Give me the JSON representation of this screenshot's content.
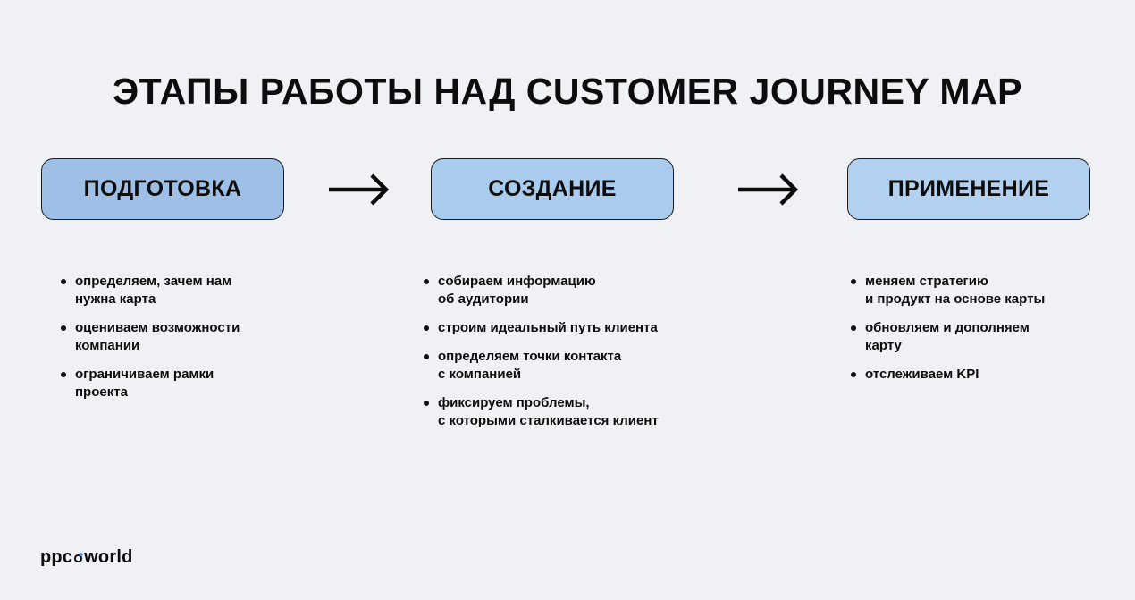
{
  "title": "ЭТАПЫ РАБОТЫ НАД CUSTOMER JOURNEY MAP",
  "stages": [
    {
      "label": "ПОДГОТОВКА",
      "items": [
        [
          "определяем, зачем нам",
          "нужна карта"
        ],
        [
          "оцениваем возможности",
          "компании"
        ],
        [
          "ограничиваем рамки",
          "проекта"
        ]
      ]
    },
    {
      "label": "СОЗДАНИЕ",
      "items": [
        [
          "собираем информацию",
          "об аудитории"
        ],
        [
          "строим идеальный путь клиента"
        ],
        [
          "определяем точки контакта",
          "с компанией"
        ],
        [
          "фиксируем проблемы,",
          "с которыми сталкивается клиент"
        ]
      ]
    },
    {
      "label": "ПРИМЕНЕНИЕ",
      "items": [
        [
          "меняем стратегию",
          "и продукт на основе карты"
        ],
        [
          "обновляем и дополняем",
          "карту"
        ],
        [
          "отслеживаем KPI"
        ]
      ]
    }
  ],
  "logo": {
    "left": "ppc",
    "right": "world"
  },
  "colors": {
    "background": "#f0f1f5",
    "stage_1": "#9ec0e6",
    "stage_2": "#a9cbee",
    "stage_3": "#b2d1f1",
    "text": "#0d0d0d"
  }
}
